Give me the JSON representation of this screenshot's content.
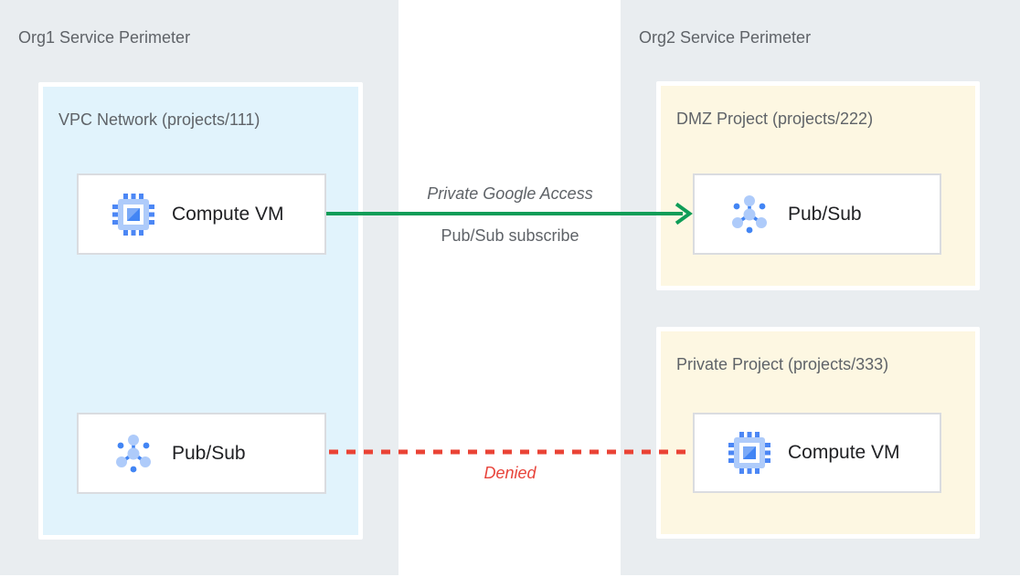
{
  "org1": {
    "title": "Org1 Service Perimeter",
    "vpc": {
      "title": "VPC Network (projects/111)",
      "compute_vm": {
        "label": "Compute VM",
        "icon": "compute-vm-icon"
      },
      "pubsub": {
        "label": "Pub/Sub",
        "icon": "pubsub-icon"
      }
    }
  },
  "org2": {
    "title": "Org2 Service Perimeter",
    "dmz": {
      "title": "DMZ Project (projects/222)",
      "pubsub": {
        "label": "Pub/Sub",
        "icon": "pubsub-icon"
      }
    },
    "private": {
      "title": "Private Project (projects/333)",
      "compute_vm": {
        "label": "Compute VM",
        "icon": "compute-vm-icon"
      }
    }
  },
  "connections": {
    "allowed": {
      "title": "Private Google Access",
      "subtitle": "Pub/Sub subscribe",
      "style": "solid-arrow",
      "color": "#0f9d58"
    },
    "denied": {
      "label": "Denied",
      "style": "dashed-line",
      "color": "#ea4335"
    }
  },
  "colors": {
    "panel_bg": "#e9edf0",
    "vpc_fill": "#e1f3fc",
    "project_fill": "#fdf7e2",
    "node_border": "#dadce0",
    "heading_text": "#5f6368",
    "node_text": "#202124",
    "allowed_green": "#0f9d58",
    "denied_red": "#ea4335",
    "icon_blue": "#4285f4",
    "icon_light_blue": "#aecbfa"
  }
}
